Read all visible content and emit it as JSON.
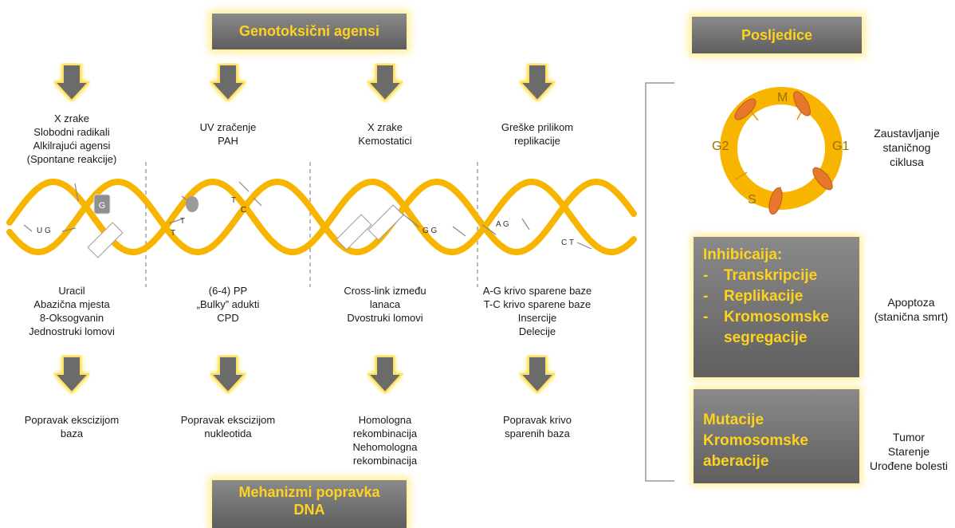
{
  "header": {
    "title": "Genotoksični agensi"
  },
  "footer": {
    "title": "Mehanizmi popravka DNA"
  },
  "right_header": {
    "title": "Posljedice"
  },
  "agents": [
    {
      "lines": [
        "X zrake",
        "Slobodni radikali",
        "Alkilrajući agensi",
        "(Spontane reakcije)"
      ]
    },
    {
      "lines": [
        "UV zračenje",
        "PAH"
      ]
    },
    {
      "lines": [
        "X zrake",
        "Kemostatici"
      ]
    },
    {
      "lines": [
        "Greške prilikom",
        "replikacije"
      ]
    }
  ],
  "damage": [
    {
      "lines": [
        "Uracil",
        "Abazična mjesta",
        "8-Oksogvanin",
        "Jednostruki lomovi"
      ]
    },
    {
      "lines": [
        "(6-4) PP",
        "„Bulky” adukti",
        "CPD"
      ]
    },
    {
      "lines": [
        "Cross-link između",
        "lanaca",
        "Dvostruki lomovi"
      ]
    },
    {
      "lines": [
        "A-G krivo sparene baze",
        "T-C krivo sparene baze",
        "Insercije",
        "Delecije"
      ]
    }
  ],
  "repair": [
    {
      "lines": [
        "Popravak ekscizijom",
        "baza"
      ]
    },
    {
      "lines": [
        "Popravak ekscizijom",
        "nukleotida"
      ]
    },
    {
      "lines": [
        "Homologna",
        "rekombinacija",
        "Nehomologna",
        "rekombinacija"
      ]
    },
    {
      "lines": [
        "Popravak krivo",
        "sparenih baza"
      ]
    }
  ],
  "dna_labels": {
    "ug": "U G",
    "g_box": "G",
    "tt_top": "T",
    "tt_bottom": "T",
    "tc_t": "T",
    "tc_c": "C",
    "gg": "G  G",
    "ag": "A  G",
    "ct": "C  T"
  },
  "cell_cycle": {
    "phases": {
      "m": "M",
      "g1": "G1",
      "s": "S",
      "g2": "G2"
    },
    "outcome": [
      "Zaustavljanje",
      "staničnog",
      "ciklusa"
    ]
  },
  "inhibition": {
    "title": "Inhibicaija:",
    "items": [
      {
        "lines": [
          "Transkripcije"
        ]
      },
      {
        "lines": [
          "Replikacije"
        ]
      },
      {
        "lines": [
          "Kromosomske",
          "segregacije"
        ]
      }
    ],
    "outcome": [
      "Apoptoza",
      "(stanična smrt)"
    ]
  },
  "mutation": {
    "lines": [
      "Mutacije",
      "Kromosomske",
      "aberacije"
    ],
    "outcome": [
      "Tumor",
      "Starenje",
      "Urođene bolesti"
    ]
  },
  "colors": {
    "helix": "#f7b500",
    "box_text": "#ffd21f",
    "arrow": "#6b6b6b",
    "marker": "#e8772e"
  }
}
